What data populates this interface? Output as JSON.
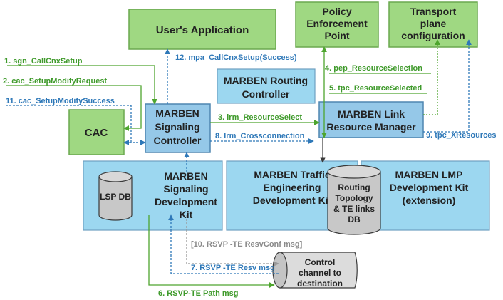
{
  "components": {
    "users_application": "User's Application",
    "policy_enforcement_point": [
      "Policy",
      "Enforcement",
      "Point"
    ],
    "transport_plane_configuration": [
      "Transport",
      "plane",
      "configuration"
    ],
    "routing_controller": [
      "MARBEN Routing",
      "Controller"
    ],
    "cac": "CAC",
    "signaling_controller": [
      "MARBEN",
      "Signaling",
      "Controller"
    ],
    "link_resource_manager": [
      "MARBEN Link",
      "Resource Manager"
    ],
    "lsp_db": "LSP DB",
    "signaling_development_kit": [
      "MARBEN",
      "Signaling",
      "Development",
      "Kit"
    ],
    "traffic_engineering_kit": [
      "MARBEN Traffic",
      "Engineering",
      "Development Kit"
    ],
    "routing_topology_db": [
      "Routing",
      "Topology",
      "& TE  links",
      "DB"
    ],
    "lmp_development_kit": [
      "MARBEN LMP",
      "Development Kit",
      "(extension)"
    ],
    "control_channel": [
      "Control",
      "channel to",
      "destination"
    ]
  },
  "messages": {
    "m1": "1. sgn_CallCnxSetup",
    "m2": "2. cac_SetupModifyRequest",
    "m3": "3. lrm_ResourceSelect",
    "m4": "4. pep_ResourceSelection",
    "m5": "5. tpc_ResourceSelected",
    "m6": "6. RSVP-TE Path msg",
    "m7": "7. RSVP  -TE Resv msg",
    "m8": "8. lrm_Crossconnection",
    "m9": "9. tpc_XResources",
    "m10": "[10. RSVP  -TE ResvConf msg]",
    "m11": "11. cac_SetupModifySuccess",
    "m12": "12. mpa_CallCnxSetup(Success)"
  },
  "colors": {
    "green_box": "#9fd882",
    "blue_box": "#a9d5ee",
    "green_arrow": "#4ea52e",
    "blue_arrow": "#2e78b8",
    "gray_arrow": "#999999"
  }
}
